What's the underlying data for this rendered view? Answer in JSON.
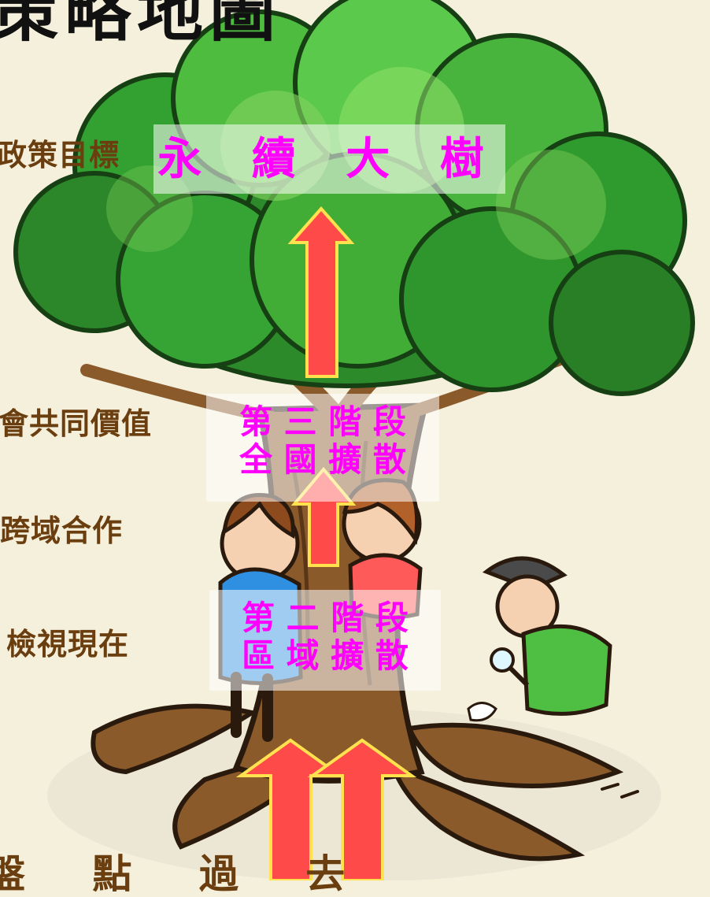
{
  "title_top": "策略地圖",
  "title_box": "永 續 大 樹",
  "left_labels": [
    "政策目標",
    "會共同價值",
    "跨域合作",
    "檢視現在"
  ],
  "stage3": {
    "line1": "第 三 階 段",
    "line2": "全 國 擴 散"
  },
  "stage2": {
    "line1": "第 二 階 段",
    "line2": "區 域 擴 散"
  },
  "bottom_label": "盤 點 過 去",
  "colors": {
    "background": "#f5f0dc",
    "stage_text": "#ff00ff",
    "label_text": "#6b3e10",
    "arrow_fill": "#ff4a4a",
    "arrow_stroke": "#ffe24d",
    "canopy_dark": "#2d8a2b",
    "canopy_light": "#7fd15d",
    "trunk": "#8b5a2b"
  }
}
